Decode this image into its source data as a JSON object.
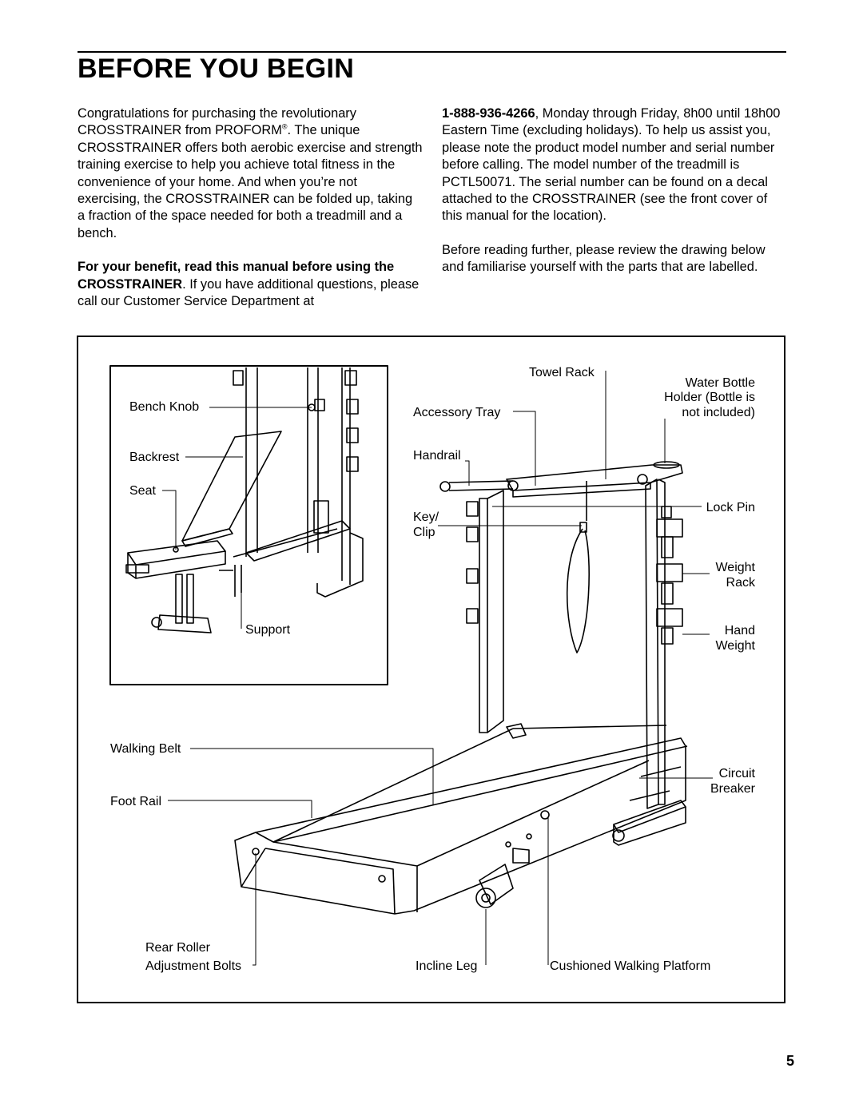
{
  "page": {
    "heading": "BEFORE YOU BEGIN",
    "page_number": "5"
  },
  "intro": {
    "p1_a": "Congratulations for purchasing the revolutionary CROSSTRAINER from PROFORM",
    "p1_reg": "®",
    "p1_b": ". The unique CROSSTRAINER offers both aerobic exercise and strength training exercise to help you achieve total fitness in the convenience of your home. And when you’re not exercising, the CROSSTRAINER can be folded up, taking a fraction of the space needed for both a treadmill and a bench.",
    "p2_bold": "For your benefit, read this manual before using the CROSSTRAINER",
    "p2_rest": ". If you have additional questions, please call our Customer Service Department at",
    "p3_phone": "1-888-936-4266",
    "p3_rest": ", Monday through Friday, 8h00 until 18h00 Eastern Time (excluding holidays). To help us assist you, please note the product model number and serial number before calling. The model number of the treadmill is PCTL50071. The serial number can be found on a decal attached to the CROSSTRAINER (see the front cover of this manual for the location).",
    "p4": "Before reading further, please review the drawing below and familiarise yourself with the parts that are labelled."
  },
  "diagram": {
    "labels": {
      "bench_knob": "Bench Knob",
      "backrest": "Backrest",
      "seat": "Seat",
      "support": "Support",
      "towel_rack": "Towel Rack",
      "water_bottle_1": "Water Bottle",
      "water_bottle_2": "Holder (Bottle is",
      "water_bottle_3": "not included)",
      "accessory_tray": "Accessory Tray",
      "handrail": "Handrail",
      "key_1": "Key/",
      "key_2": "Clip",
      "lock_pin": "Lock Pin",
      "weight_rack_1": "Weight",
      "weight_rack_2": "Rack",
      "hand_weight_1": "Hand",
      "hand_weight_2": "Weight",
      "walking_belt": "Walking Belt",
      "foot_rail": "Foot Rail",
      "circuit_breaker_1": "Circuit",
      "circuit_breaker_2": "Breaker",
      "rear_roller_1": "Rear Roller",
      "rear_roller_2": "Adjustment Bolts",
      "incline_leg": "Incline Leg",
      "cushioned_platform": "Cushioned Walking Platform"
    }
  }
}
